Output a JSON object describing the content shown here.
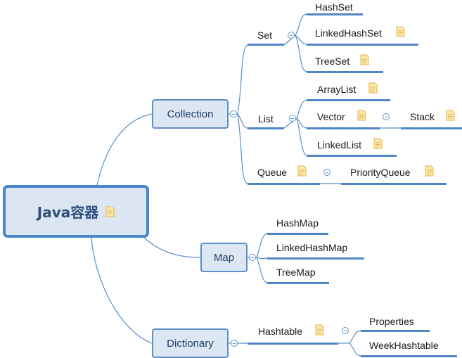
{
  "root": {
    "label": "Java容器"
  },
  "branches": {
    "collection": {
      "label": "Collection"
    },
    "map": {
      "label": "Map"
    },
    "dictionary": {
      "label": "Dictionary"
    }
  },
  "nodes": {
    "set": "Set",
    "hashset": "HashSet",
    "linkedhashset": "LinkedHashSet",
    "treeset": "TreeSet",
    "list": "List",
    "arraylist": "ArrayList",
    "vector": "Vector",
    "stack": "Stack",
    "linkedlist": "LinkedList",
    "queue": "Queue",
    "priorityqueue": "PriorityQueue",
    "hashmap": "HashMap",
    "linkedhashmap": "LinkedHashMap",
    "treemap": "TreeMap",
    "hashtable": "Hashtable",
    "properties": "Properties",
    "weekhashtable": "WeekHashtable"
  },
  "colors": {
    "line": "#4f86c6",
    "connector": "#5b8fc8",
    "box_fill": "#dde7f3",
    "note_fill": "#fbe9b4",
    "note_stroke": "#e3b341"
  }
}
